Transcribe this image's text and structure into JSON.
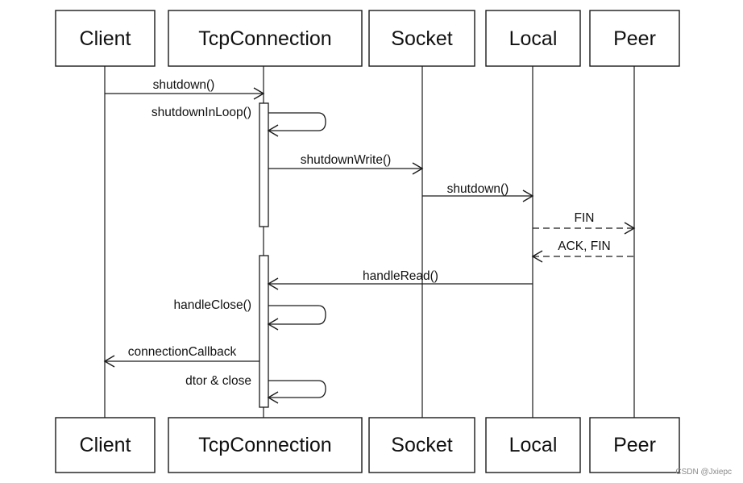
{
  "participants": [
    {
      "id": "client",
      "label": "Client"
    },
    {
      "id": "tcpconnection",
      "label": "TcpConnection"
    },
    {
      "id": "socket",
      "label": "Socket"
    },
    {
      "id": "local",
      "label": "Local"
    },
    {
      "id": "peer",
      "label": "Peer"
    }
  ],
  "messages": [
    {
      "id": "m1",
      "from": "client",
      "to": "tcpconnection",
      "label": "shutdown()",
      "style": "solid"
    },
    {
      "id": "m2",
      "from": "tcpconnection",
      "to": "tcpconnection",
      "label": "shutdownInLoop()",
      "style": "self"
    },
    {
      "id": "m3",
      "from": "tcpconnection",
      "to": "socket",
      "label": "shutdownWrite()",
      "style": "solid"
    },
    {
      "id": "m4",
      "from": "socket",
      "to": "local",
      "label": "shutdown()",
      "style": "solid"
    },
    {
      "id": "m5",
      "from": "local",
      "to": "peer",
      "label": "FIN",
      "style": "dashed"
    },
    {
      "id": "m6",
      "from": "peer",
      "to": "local",
      "label": "ACK, FIN",
      "style": "dashed"
    },
    {
      "id": "m7",
      "from": "local",
      "to": "tcpconnection",
      "label": "handleRead()",
      "style": "solid"
    },
    {
      "id": "m8",
      "from": "tcpconnection",
      "to": "tcpconnection",
      "label": "handleClose()",
      "style": "self"
    },
    {
      "id": "m9",
      "from": "tcpconnection",
      "to": "client",
      "label": "connectionCallback",
      "style": "solid"
    },
    {
      "id": "m10",
      "from": "tcpconnection",
      "to": "tcpconnection",
      "label": "dtor & close",
      "style": "self"
    }
  ],
  "watermark": "CSDN @Jxiepc"
}
